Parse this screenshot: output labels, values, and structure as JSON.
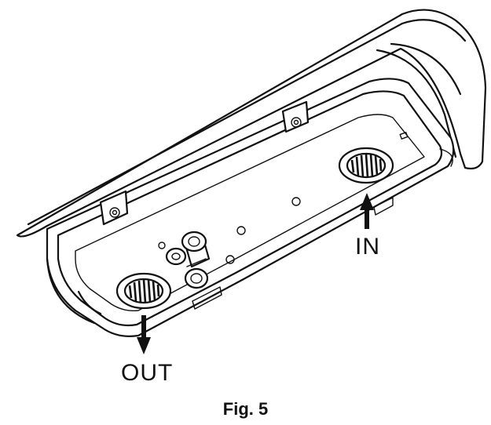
{
  "labels": {
    "in": "IN",
    "out": "OUT"
  },
  "caption": "Fig. 5",
  "colors": {
    "ink": "#111111",
    "background": "#ffffff"
  }
}
